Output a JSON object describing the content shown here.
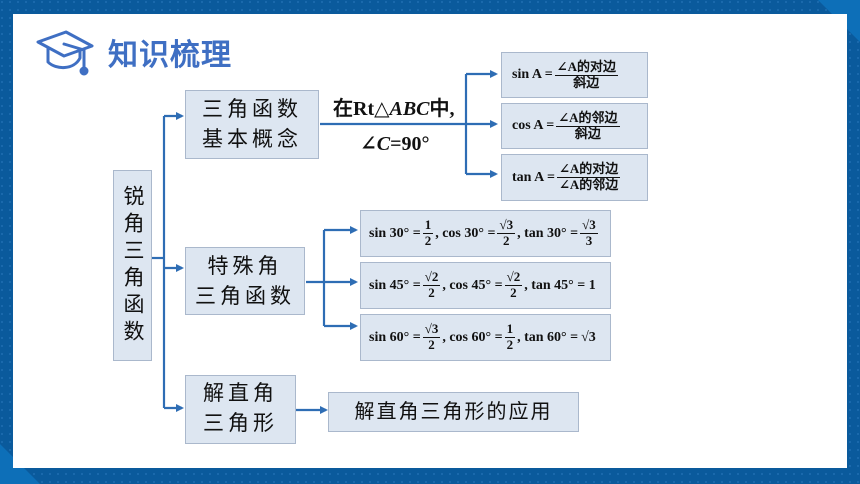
{
  "title": "知识梳理",
  "root": "锐角三角函数",
  "branches": {
    "concept": {
      "label_line1": "三角函数",
      "label_line2": "基本概念",
      "condition_line1_prefix": "在Rt△",
      "condition_line1_abc": "ABC",
      "condition_line1_suffix": "中,",
      "condition_line2_prefix": "∠",
      "condition_line2_c": "C",
      "condition_line2_suffix": "=90°",
      "formulas": [
        {
          "lhs": "sin A =",
          "num": "∠A的对边",
          "den": "斜边"
        },
        {
          "lhs": "cos A =",
          "num": "∠A的邻边",
          "den": "斜边"
        },
        {
          "lhs": "tan A =",
          "num": "∠A的对边",
          "den": "∠A的邻边"
        }
      ]
    },
    "special": {
      "label_line1": "特殊角",
      "label_line2": "三角函数",
      "row30": {
        "sin": "sin 30° =",
        "sin_num": "1",
        "sin_den": "2",
        "cos": ", cos 30° =",
        "cos_num": "√3",
        "cos_den": "2",
        "tan": ", tan 30° =",
        "tan_num": "√3",
        "tan_den": "3"
      },
      "row45": {
        "sin": "sin 45° =",
        "sin_num": "√2",
        "sin_den": "2",
        "cos": ", cos 45° =",
        "cos_num": "√2",
        "cos_den": "2",
        "tan": ", tan 45° = 1"
      },
      "row60": {
        "sin": "sin 60° =",
        "sin_num": "√3",
        "sin_den": "2",
        "cos": ", cos 60° =",
        "cos_num": "1",
        "cos_den": "2",
        "tan": ", tan 60° =",
        "tan_val": "√3"
      }
    },
    "solve": {
      "label_line1": "解直角",
      "label_line2": "三角形",
      "application": "解直角三角形的应用"
    }
  },
  "colors": {
    "frame": "#0a5a9c",
    "title": "#3f6fc3",
    "box_fill": "#dde6f1",
    "arrow": "#2e6db4"
  }
}
